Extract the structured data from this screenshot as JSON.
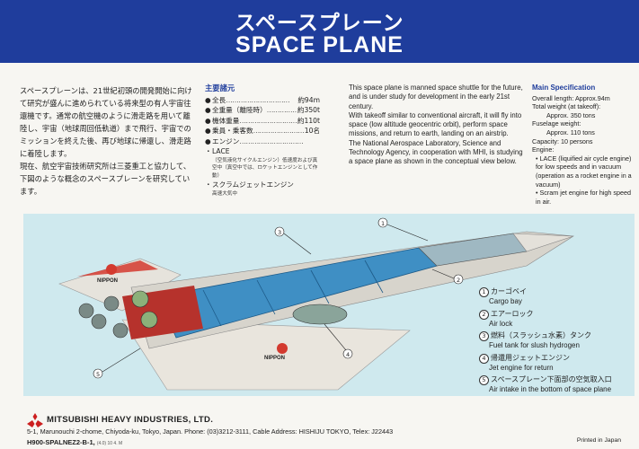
{
  "header": {
    "title_jp": "スペースプレーン",
    "title_en": "SPACE PLANE"
  },
  "intro_jp": [
    "スペースプレーンは、21世紀初頭の開発開始に向けて研究が盛んに進められている将来型の有人宇宙往還機です。通常の航空機のように滑走路を用いて離陸し、宇宙（地球周回低軌道）まで飛行、宇宙でのミッションを終えた後、再び地球に帰還し、滑走路に着陸します。",
    "現在、航空宇宙技術研究所は三菱重工と協力して、下図のような概念のスペースプレーンを研究しています。"
  ],
  "spec_jp": {
    "heading": "主要諸元",
    "rows": [
      {
        "label": "全長",
        "value": "約94m"
      },
      {
        "label": "全重量（離陸時）",
        "value": "約350t"
      },
      {
        "label": "機体重量",
        "value": "約110t"
      },
      {
        "label": "乗員・乗客数",
        "value": "10名"
      }
    ],
    "engine_label": "エンジン",
    "engines": [
      {
        "name": "LACE",
        "note": "（空気液化サイクルエンジン）低速度および真空中（真空中では、ロケットエンジンとして作動）"
      },
      {
        "name": "スクラムジェットエンジン",
        "note": "高速大気中"
      }
    ]
  },
  "intro_en": [
    "This space plane is manned space shuttle for the future, and is under study for development in the early 21st century.",
    "With takeoff similar to conventional aircraft, it will fly into space (low altitude geocentric orbit), perform space missions, and return to earth, landing on an airstrip.",
    "The National Aerospace Laboratory, Science and Technology Agency, in cooperation with MHI, is studying a space plane as shown in the conceptual view below."
  ],
  "spec_en": {
    "heading": "Main Specification",
    "lines": [
      "Overall length: Approx.94m",
      "Total weight (at takeoff):",
      "Approx. 350 tons",
      "Fuselage weight:",
      "Approx. 110 tons",
      "Capacity: 10 persons",
      "Engine:",
      "• LACE (liquified air cycle engine) for low speeds and in vacuum (operation as a rocket engine in a vacuum)",
      "• Scram jet engine for high speed in air."
    ]
  },
  "legend": [
    {
      "num": "1",
      "jp": "カーゴベイ",
      "en": "Cargo bay"
    },
    {
      "num": "2",
      "jp": "エアーロック",
      "en": "Air lock"
    },
    {
      "num": "3",
      "jp": "燃料（スラッシュ水素）タンク",
      "en": "Fuel tank for slush hydrogen"
    },
    {
      "num": "4",
      "jp": "帰還用ジェットエンジン",
      "en": "Jet engine for return"
    },
    {
      "num": "5",
      "jp": "スペースプレーン下面部の空気取入口",
      "en": "Air intake in the bottom of space plane"
    }
  ],
  "illustration": {
    "tail_marking": "NIPPON",
    "wing_marking": "NIPPON",
    "callouts": [
      "1",
      "2",
      "3",
      "4",
      "5"
    ]
  },
  "footer": {
    "company": "MITSUBISHI HEAVY INDUSTRIES, LTD.",
    "address": "5-1, Marunouchi 2-chome, Chiyoda-ku, Tokyo, Japan. Phone: (03)3212-3111, Cable Address: HISHIJU TOKYO, Telex: J22443",
    "doc_code": "H900-SPALNEZ2-B-1,",
    "doc_small": "(4.0) 10 4. M",
    "printed": "Printed in Japan"
  },
  "colors": {
    "header_bg": "#1f3d9c",
    "sky": "#cfe9ee",
    "tank": "#3f8fc4",
    "accent_red": "#cc2a2a"
  }
}
